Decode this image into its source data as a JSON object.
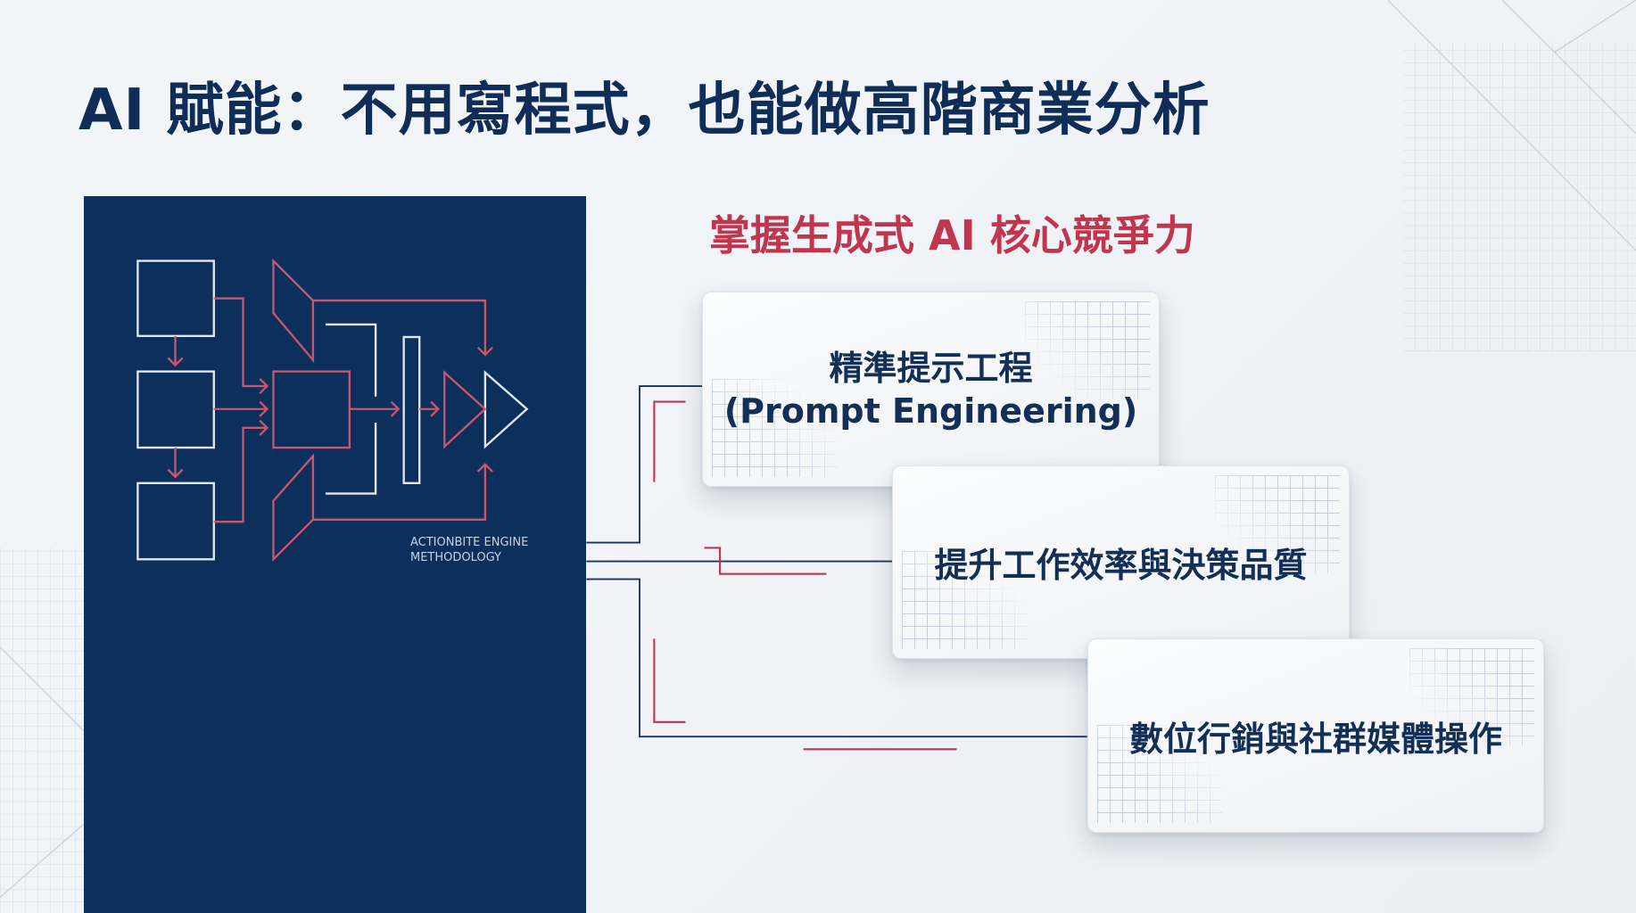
{
  "title": "AI 賦能：不用寫程式，也能做高階商業分析",
  "panel": {
    "caption_line1": "ACTIONBITE ENGINE",
    "caption_line2": "METHODOLOGY"
  },
  "subtitle": "掌握生成式 AI 核心競爭力",
  "cards": [
    {
      "line1": "精準提示工程",
      "line2": "(Prompt Engineering)"
    },
    {
      "line1": "提升工作效率與決策品質"
    },
    {
      "line1": "數位行銷與社群媒體操作"
    }
  ],
  "colors": {
    "navy": "#0d2f5c",
    "accent_red": "#c0364f",
    "background": "#eef1f5"
  }
}
